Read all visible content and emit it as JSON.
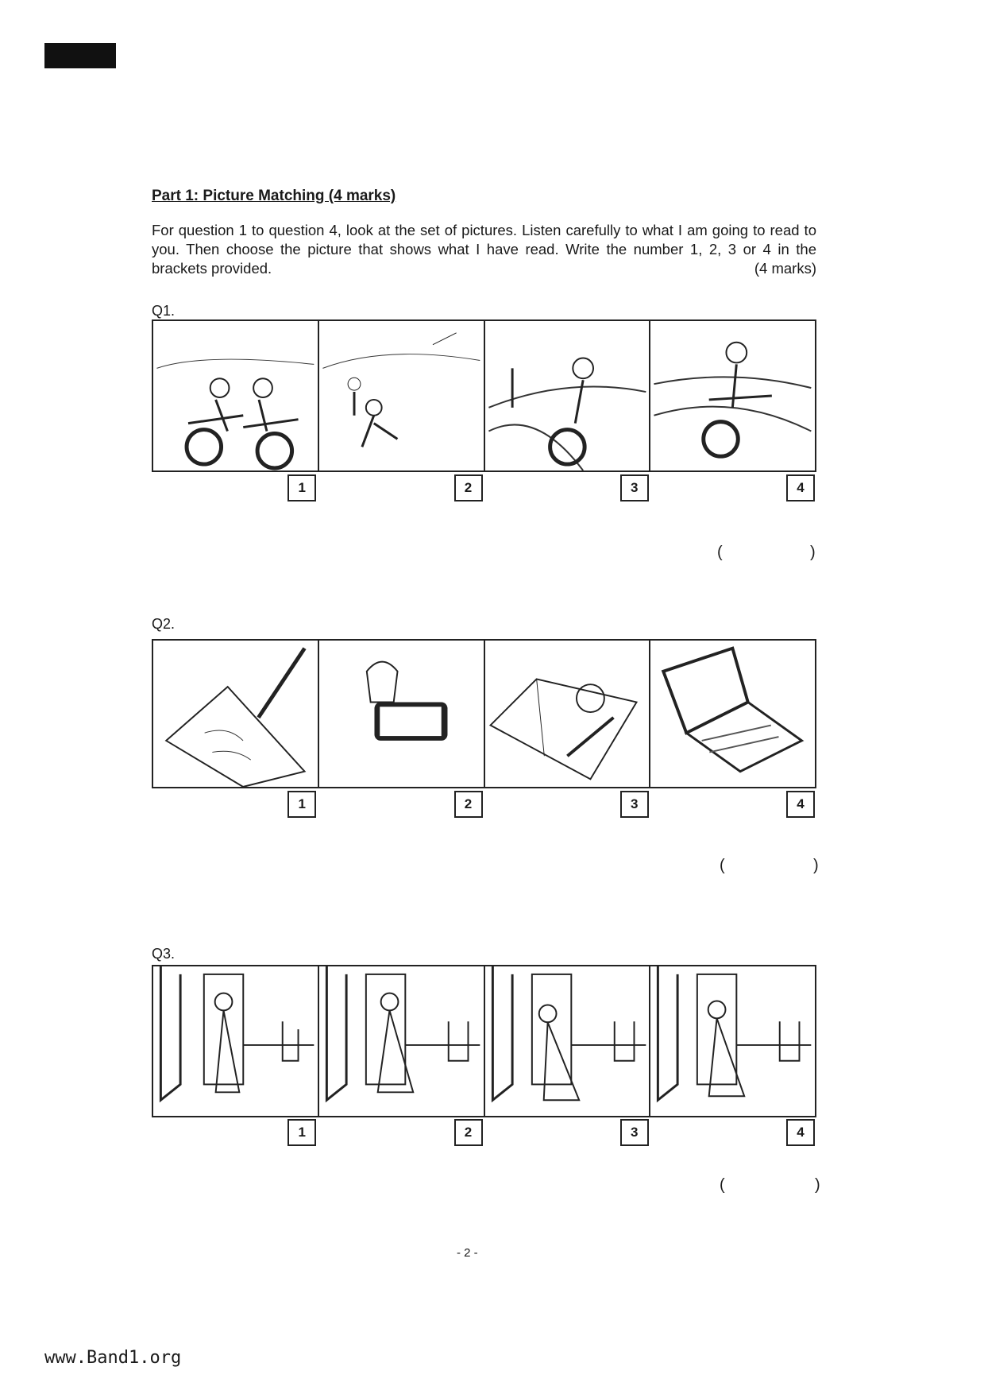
{
  "header": {
    "title": "Part 1: Picture Matching (4 marks)"
  },
  "instructions": {
    "text": "For question 1 to question 4, look at the set of pictures. Listen carefully to what I am going to read to you. Then choose the picture that shows what I have read. Write the number 1, 2, 3 or 4 in the brackets provided.",
    "marks": "(4 marks)"
  },
  "questions": [
    {
      "label": "Q1.",
      "options": [
        "1",
        "2",
        "3",
        "4"
      ],
      "answer_open": "(",
      "answer_close": ")"
    },
    {
      "label": "Q2.",
      "options": [
        "1",
        "2",
        "3",
        "4"
      ],
      "answer_open": "(",
      "answer_close": ")"
    },
    {
      "label": "Q3.",
      "options": [
        "1",
        "2",
        "3",
        "4"
      ],
      "answer_open": "(",
      "answer_close": ")"
    }
  ],
  "page_number": "- 2 -",
  "footer": "www.Band1.org"
}
